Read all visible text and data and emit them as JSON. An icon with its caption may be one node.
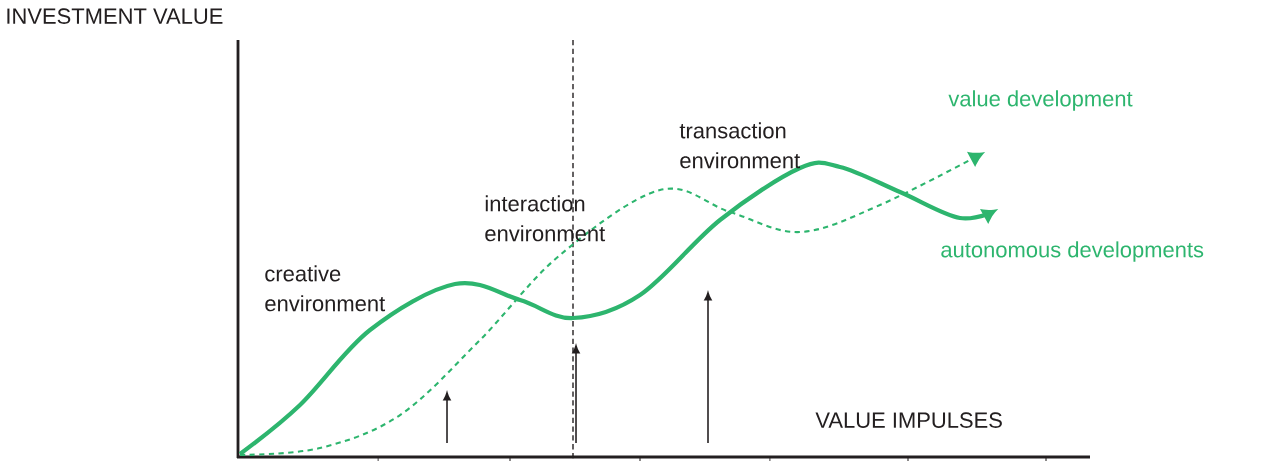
{
  "diagram": {
    "labels": [
      "INVESTMENT VALUE",
      "value development",
      "transaction environment",
      "interaction environment",
      "autonomous developments",
      "creative environment",
      "VALUE IMPULSES"
    ]
  }
}
